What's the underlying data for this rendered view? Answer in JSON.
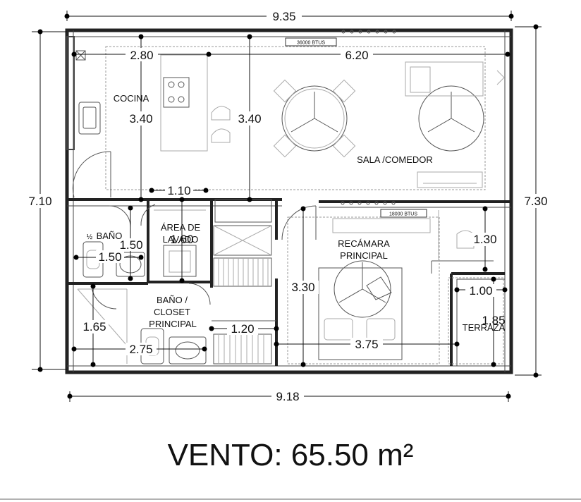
{
  "dimensions": {
    "top_width": "9.35",
    "bottom_width": "9.18",
    "left_height": "7.10",
    "right_height": "7.30",
    "kitchen_width": "2.80",
    "living_width": "6.20",
    "kitchen_height": "3.40",
    "living_height": "3.40",
    "laundry_width": "1.10",
    "laundry_height": "1.60",
    "half_bath_height": "1.50",
    "half_bath_width": "1.50",
    "closet_height": "1.65",
    "closet_width": "2.75",
    "hall_width": "1.20",
    "bedroom_height": "3.30",
    "bedroom_width": "3.75",
    "closet_right_height": "1.30",
    "terrace_width": "1.00",
    "terrace_height": "1.85"
  },
  "rooms": {
    "kitchen": "COCINA",
    "living": "SALA /COMEDOR",
    "half_bath_fraction": "½",
    "half_bath": "BAÑO",
    "laundry_line1": "ÁREA DE",
    "laundry_line2": "LAVADO",
    "closet_line1": "BAÑO /",
    "closet_line2": "CLOSET",
    "closet_line3": "PRINCIPAL",
    "bedroom_line1": "RECÁMARA",
    "bedroom_line2": "PRINCIPAL",
    "terrace": "TERRAZA"
  },
  "equipment": {
    "ac_living": "36000 BTUS",
    "ac_bedroom": "18000 BTUS"
  },
  "caption": "VENTO: 65.50 m²"
}
